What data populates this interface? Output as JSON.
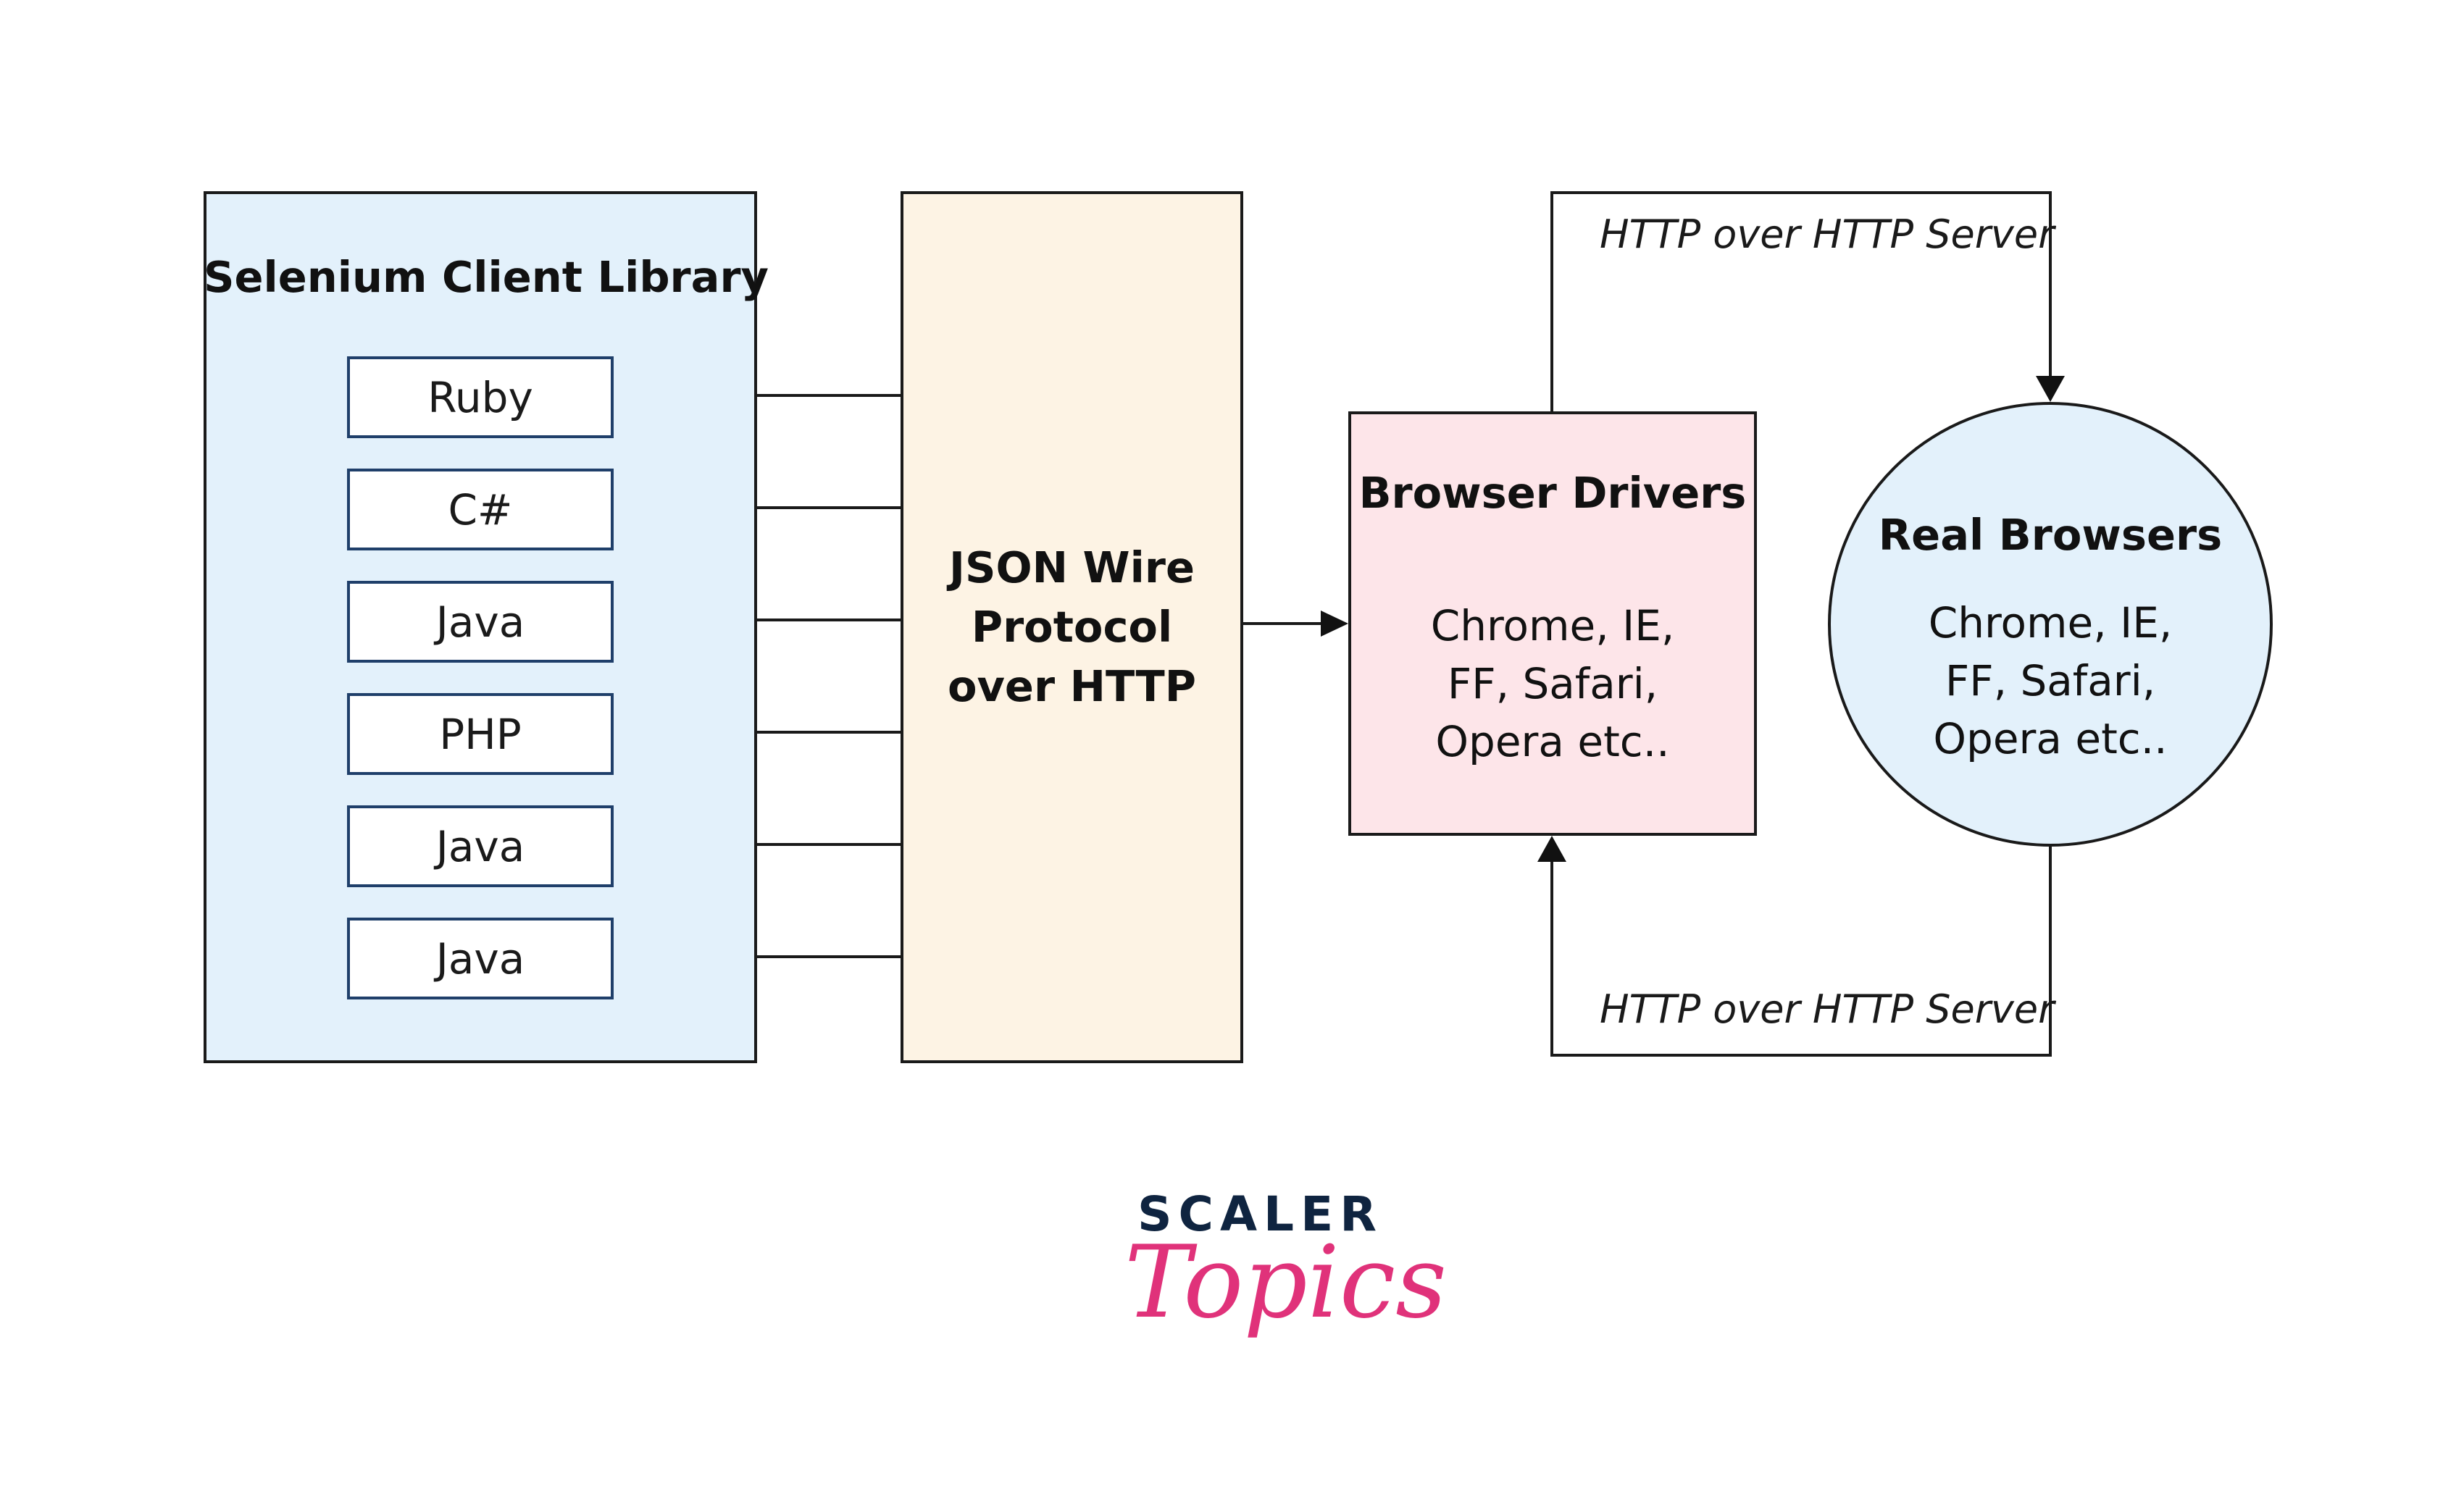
{
  "client_library": {
    "title": "Selenium Client Library",
    "languages": [
      "Ruby",
      "C#",
      "Java",
      "PHP",
      "Java",
      "Java"
    ]
  },
  "json_wire": {
    "lines": [
      "JSON Wire",
      "Protocol",
      "over HTTP"
    ]
  },
  "browser_drivers": {
    "title": "Browser Drivers",
    "lines": [
      "Chrome, IE,",
      "FF, Safari,",
      "Opera etc.."
    ]
  },
  "real_browsers": {
    "title": "Real Browsers",
    "lines": [
      "Chrome, IE,",
      "FF, Safari,",
      "Opera etc.."
    ]
  },
  "connections": {
    "top_label": "HTTP over HTTP Server",
    "bottom_label": "HTTP over HTTP Server"
  },
  "logo": {
    "top_text": "SCALER",
    "bottom_text": "Topics"
  },
  "colors": {
    "client_fill": "#e3f1fb",
    "json_fill": "#fdf3e4",
    "drivers_fill": "#fde5e9",
    "browsers_fill": "#e3f1fb",
    "logo_navy": "#0f2440",
    "logo_pink": "#e0327a"
  }
}
